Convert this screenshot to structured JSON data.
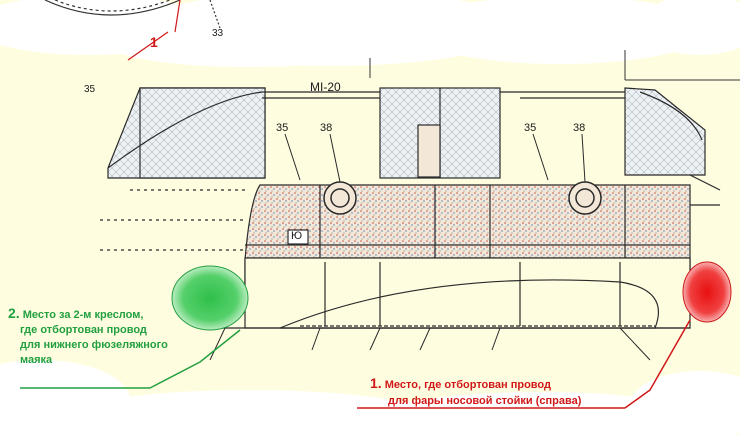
{
  "labels": {
    "top_callout_num": "1",
    "top_station": "33",
    "model": "MI-20",
    "ref_num": "35",
    "station_35a": "35",
    "station_38a": "38",
    "station_35b": "35",
    "station_38b": "38",
    "section_mark": "Ю"
  },
  "callouts": {
    "red": {
      "number": "1.",
      "line1": "Место, где отбортован провод",
      "line2": "для фары носовой стойки (справа)"
    },
    "green": {
      "number": "2.",
      "line1": "Место за 2-м креслом,",
      "line2": "где отбортован провод",
      "line3": "для нижнего фюзеляжного",
      "line4": "маяка"
    }
  },
  "colors": {
    "red": "#d01818",
    "green": "#22a040",
    "background": "#fffde0"
  }
}
